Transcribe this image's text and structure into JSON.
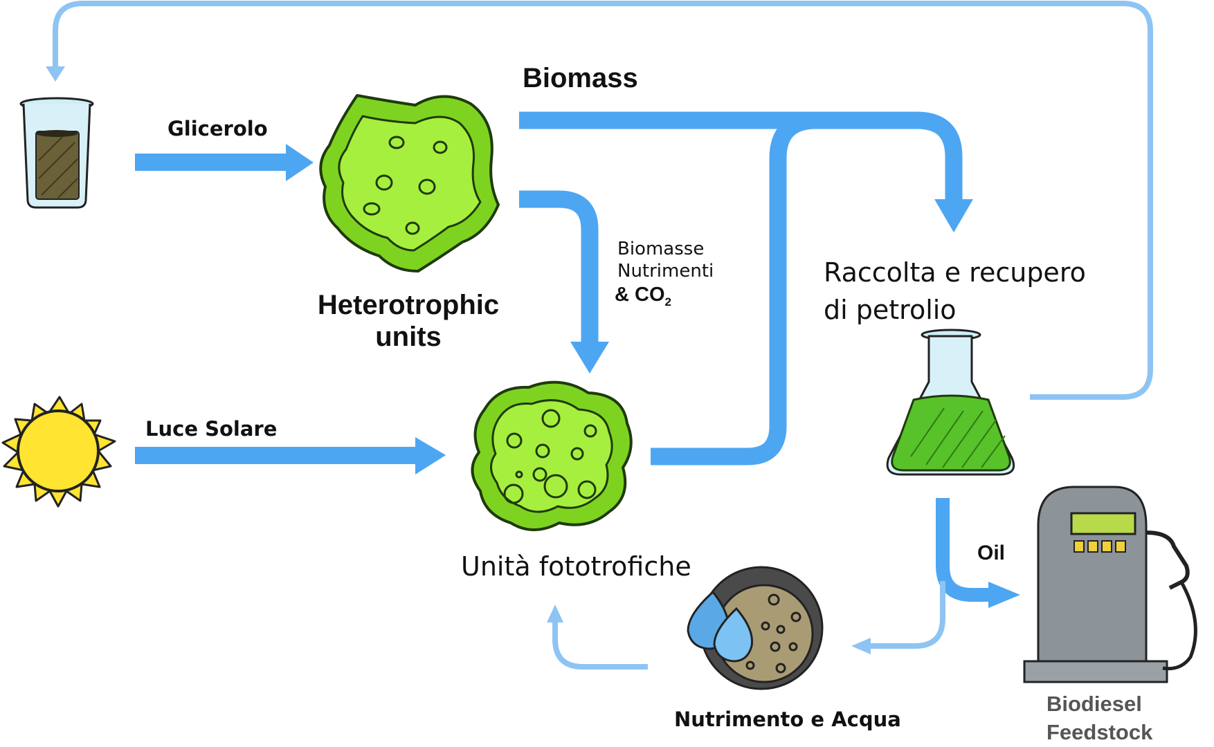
{
  "labels": {
    "glicerolo": "Glicerolo",
    "luce_solare": "Luce Solare",
    "biomass": "Biomass",
    "heterotrophic_line1": "Heterotrophic",
    "heterotrophic_line2": "units",
    "biomasse": "Biomasse",
    "nutrimenti": "Nutrimenti",
    "co2_prefix": "& CO",
    "co2_subscript": "2",
    "raccolta_line1": "Raccolta e recupero",
    "raccolta_line2": "di petrolio",
    "unita_fototrofiche": "Unità fototrofiche",
    "oil": "Oil",
    "nutrimento_acqua": "Nutrimento e Acqua",
    "biodiesel_line1": "Biodiesel",
    "biodiesel_line2": "Feedstock"
  },
  "icons": {
    "beaker": "beaker-icon",
    "sun": "sun-icon",
    "heterotrophic_cell": "heterotrophic-cell-icon",
    "phototrophic_cell": "phototrophic-cell-icon",
    "flask": "flask-icon",
    "nutrient_dish": "nutrient-dish-icon",
    "fuel_pump": "fuel-pump-icon"
  },
  "colors": {
    "arrow_blue": "#4DA6F2",
    "arrow_light_blue": "#8EC4F3",
    "cell_green": "#92D83A",
    "sun_yellow": "#FFE431",
    "pump_gray": "#8C9499"
  }
}
